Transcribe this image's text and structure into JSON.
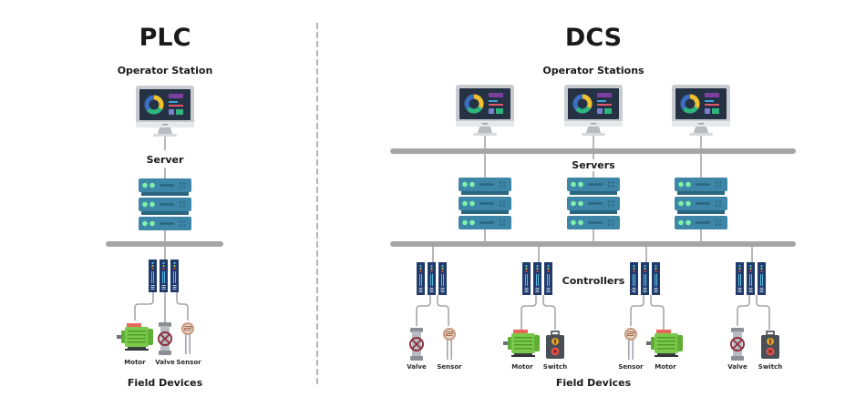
{
  "plc": {
    "title": "PLC",
    "operator_station_label": "Operator Station",
    "server_label": "Server",
    "field_devices_label": "Field Devices",
    "devices": [
      {
        "type": "motor",
        "label": "Motor"
      },
      {
        "type": "valve",
        "label": "Valve"
      },
      {
        "type": "sensor",
        "label": "Sensor"
      }
    ]
  },
  "dcs": {
    "title": "DCS",
    "operator_stations_label": "Operator Stations",
    "servers_label": "Servers",
    "controllers_label": "Controllers",
    "field_devices_label": "Field Devices",
    "operator_station_count": 3,
    "server_count": 3,
    "controller_groups": [
      {
        "devices": [
          {
            "type": "valve",
            "label": "Valve"
          },
          {
            "type": "sensor",
            "label": "Sensor"
          }
        ]
      },
      {
        "devices": [
          {
            "type": "motor",
            "label": "Motor"
          },
          {
            "type": "switch",
            "label": "Switch"
          }
        ]
      },
      {
        "devices": [
          {
            "type": "sensor",
            "label": "Sensor"
          },
          {
            "type": "motor",
            "label": "Motor"
          }
        ]
      },
      {
        "devices": [
          {
            "type": "valve",
            "label": "Valve"
          },
          {
            "type": "switch",
            "label": "Switch"
          }
        ]
      }
    ]
  },
  "colors": {
    "bus": "#a6a6a6",
    "server_body": "#3d86a8",
    "server_dark": "#2a6680",
    "server_led": "#7ff0a8",
    "monitor_frame": "#c8cbd0",
    "monitor_screen": "#253243",
    "controller_body": "#1f3a6b",
    "motor_green": "#7bc94a",
    "motor_red": "#e8675a"
  }
}
